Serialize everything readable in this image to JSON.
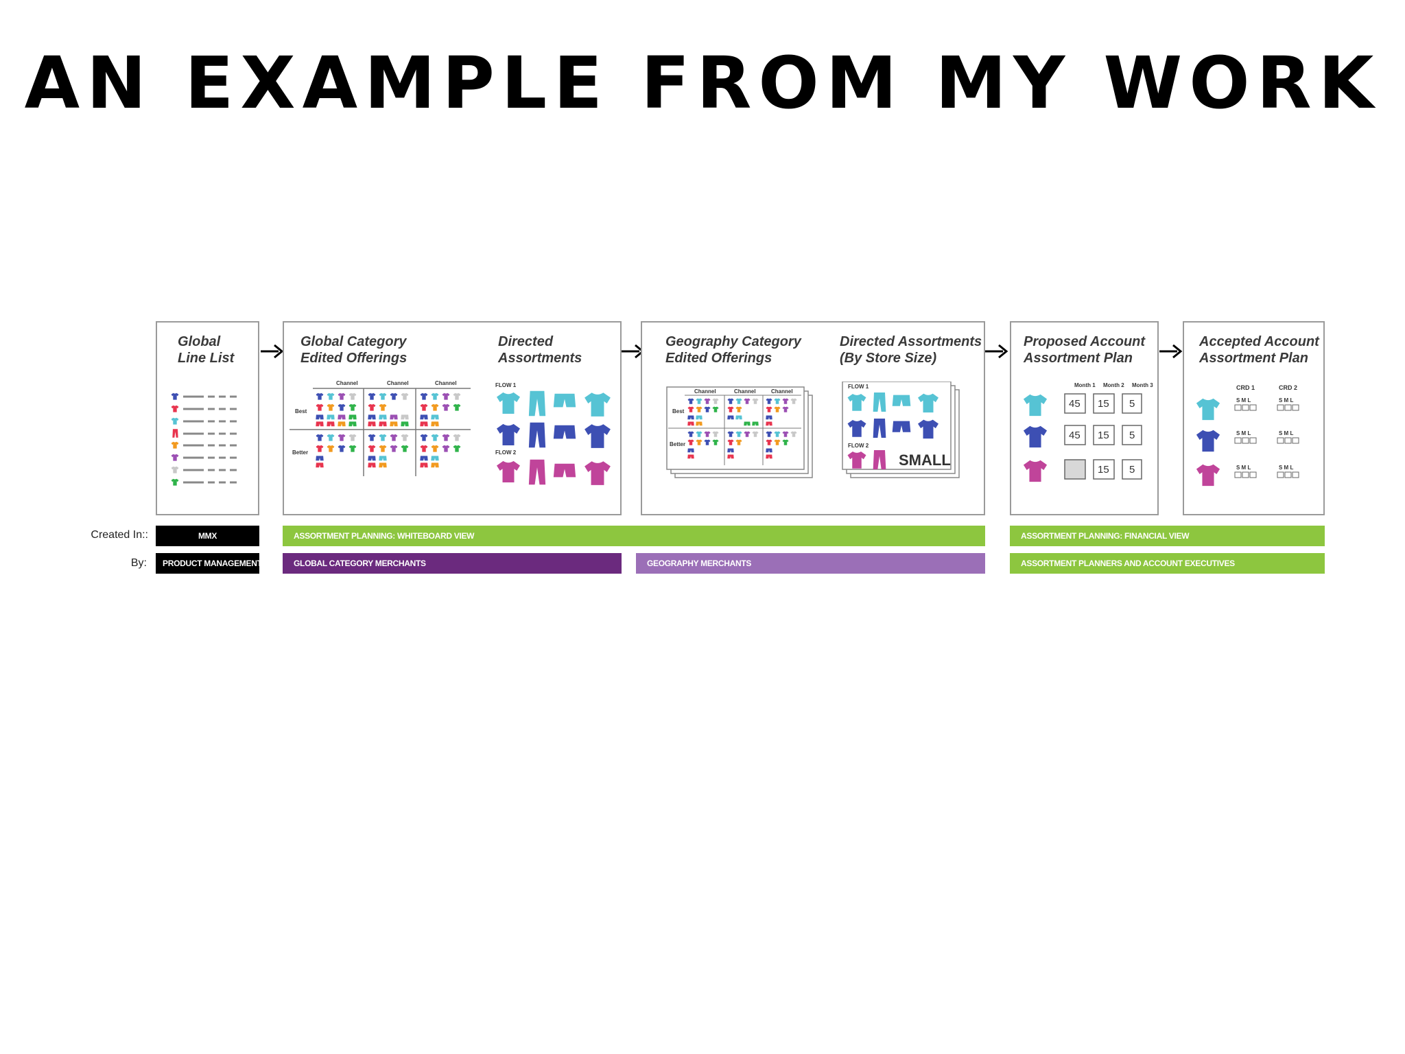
{
  "title": "An Example From My Work",
  "colors": {
    "green": "#8dc63f",
    "purple_dark": "#6b2a7e",
    "purple_light": "#9b6fb7",
    "black": "#000000",
    "cyan": "#56c3d4",
    "blue": "#3d4fb3",
    "magenta": "#c0449a"
  },
  "panels": {
    "line_list": {
      "title_1": "Global",
      "title_2": "Line List"
    },
    "category_offerings": {
      "title_1": "Global Category",
      "title_2": "Edited Offerings"
    },
    "directed": {
      "title_1": "Directed",
      "title_2": "Assortments"
    },
    "geo_offerings": {
      "title_1": "Geography Category",
      "title_2": "Edited Offerings"
    },
    "directed_store": {
      "title_1": "Directed Assortments",
      "title_2": "(By Store Size)"
    },
    "proposed": {
      "title_1": "Proposed Account",
      "title_2": "Assortment Plan"
    },
    "accepted": {
      "title_1": "Accepted Account",
      "title_2": "Assortment Plan"
    }
  },
  "grid_labels": {
    "channel": "Channel",
    "best": "Best",
    "better": "Better",
    "flow_1": "FLOW 1",
    "flow_2": "FLOW 2"
  },
  "store_size": "SMALL",
  "proposed_plan": {
    "months": [
      "Month 1",
      "Month 2",
      "Month 3"
    ],
    "rows": [
      [
        "45",
        "15",
        "5"
      ],
      [
        "45",
        "15",
        "5"
      ],
      [
        "",
        "15",
        "5"
      ]
    ]
  },
  "accepted_plan": {
    "crd_1": "CRD 1",
    "crd_2": "CRD 2",
    "sizes": "S M L"
  },
  "rows": {
    "created_label": "Created In::",
    "by_label": "By:",
    "created_in": {
      "mmx": "MMX",
      "whiteboard": "ASSORTMENT PLANNING: WHITEBOARD VIEW",
      "financial": "ASSORTMENT PLANNING: FINANCIAL VIEW"
    },
    "by": {
      "product": "PRODUCT MANAGEMENT",
      "global": "GLOBAL CATEGORY MERCHANTS",
      "geography": "GEOGRAPHY MERCHANTS",
      "planners": "ASSORTMENT PLANNERS AND ACCOUNT EXECUTIVES"
    }
  }
}
